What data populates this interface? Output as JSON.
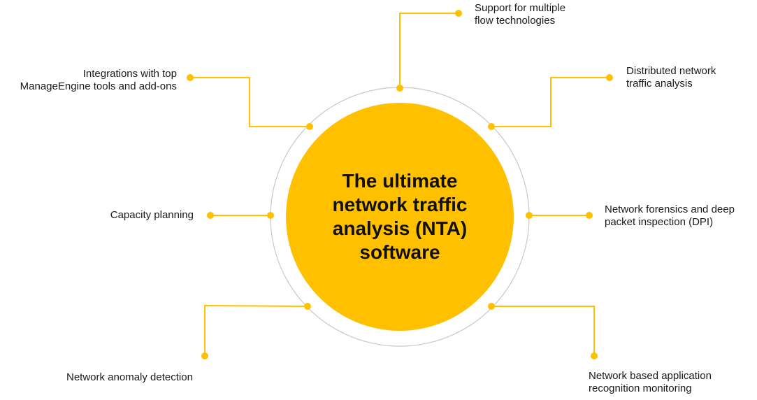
{
  "center_title": "The ultimate network traffic analysis (NTA) software",
  "colors": {
    "accent": "#FFC000",
    "ring": "#C8C8C8"
  },
  "features": [
    {
      "line1": "Support for multiple",
      "line2": "flow technologies"
    },
    {
      "line1": "Integrations with top",
      "line2": "ManageEngine tools and add-ons"
    },
    {
      "line1": "Distributed network",
      "line2": "traffic analysis"
    },
    {
      "line1": "Capacity planning"
    },
    {
      "line1": "Network forensics and deep",
      "line2": "packet inspection (DPI)"
    },
    {
      "line1": "Network anomaly detection"
    },
    {
      "line1": "Network based application",
      "line2": "recognition monitoring"
    }
  ]
}
